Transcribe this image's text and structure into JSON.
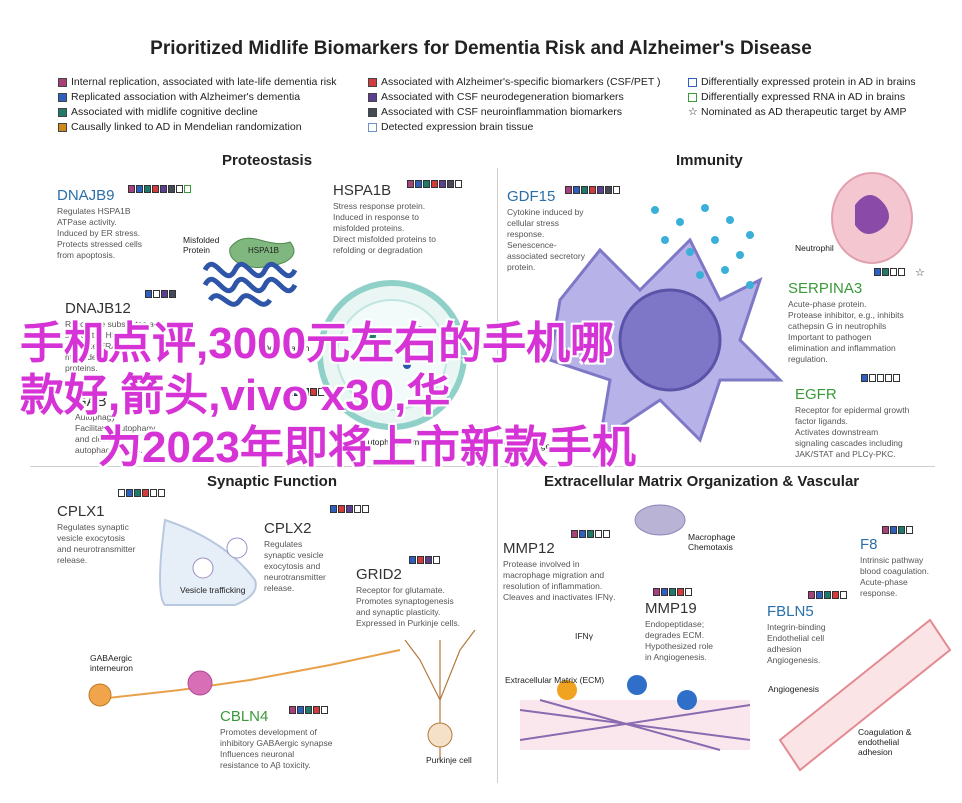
{
  "title": "Prioritized Midlife Biomarkers for Dementia Risk and Alzheimer's Disease",
  "legend": {
    "col1": [
      {
        "color": "#a8417a",
        "text": "Internal replication, associated with late-life dementia risk"
      },
      {
        "color": "#2f5fbf",
        "text": "Replicated association with Alzheimer's dementia"
      },
      {
        "color": "#1f7a6b",
        "text": "Associated with midlife cognitive decline"
      },
      {
        "color": "#d08a1a",
        "text": "Causally linked to AD in Mendelian randomization"
      }
    ],
    "col2": [
      {
        "color": "#d23c3c",
        "text": "Associated with Alzheimer's-specific biomarkers (CSF/PET )"
      },
      {
        "color": "#5c3f93",
        "text": "Associated with CSF neurodegeneration biomarkers"
      },
      {
        "color": "#444b57",
        "text": "Associated with CSF neuroinflammation biomarkers"
      },
      {
        "color": "#ffffff",
        "border": "#6e8fc9",
        "text": "Detected expression brain tissue"
      }
    ],
    "col3": [
      {
        "color": "#ffffff",
        "border": "#2f5fbf",
        "text": "Differentially expressed protein in AD in brains"
      },
      {
        "color": "#ffffff",
        "border": "#3a9a3a",
        "text": "Differentially expressed RNA in AD in brains"
      },
      {
        "icon": "star-icon",
        "text": "Nominated as AD therapeutic target by AMP"
      }
    ]
  },
  "sections": {
    "proteostasis": "Proteostasis",
    "immunity": "Immunity",
    "synaptic": "Synaptic Function",
    "ecm": "Extracellular Matrix Organization & Vascular"
  },
  "genes": {
    "dnajb9": {
      "name": "DNAJB9",
      "desc": [
        "Regulates HSPA1B",
        "ATPase activity.",
        "Induced by ER stress.",
        "Protects stressed cells",
        "from apoptosis."
      ]
    },
    "hspa1b": {
      "name": "HSPA1B",
      "desc": [
        "Stress response protein.",
        "Induced in response to",
        "misfolded proteins.",
        "Direct misfolded proteins to",
        "refolding or degradation"
      ]
    },
    "dnajb12": {
      "name": "DNAJB12",
      "desc": [
        "Recognize substrates and",
        "stimulates HSPA1B.",
        "Promote ERAD of",
        "misfolded",
        "proteins."
      ]
    },
    "gaba": {
      "name": "GAB",
      "desc": [
        "Autophagy",
        "Facilitates autophagy",
        "and closure of",
        "autophagosomes."
      ]
    },
    "gdf15": {
      "name": "GDF15",
      "desc": [
        "Cytokine induced by",
        "cellular stress",
        "response.",
        "Senescence-",
        "associated secretory",
        "protein."
      ]
    },
    "serpina3": {
      "name": "SERPINA3",
      "desc": [
        "Acute-phase protein.",
        "Protease inhibitor, e.g., inhibits",
        "cathepsin G in neutrophils",
        "Important to pathogen",
        "elimination and inflammation",
        "regulation."
      ]
    },
    "egfr": {
      "name": "EGFR",
      "desc": [
        "Receptor for epidermal growth",
        "factor ligands.",
        "Activates downstream",
        "signaling cascades including",
        "JAK/STAT and PLCγ-PKC."
      ]
    },
    "cplx1": {
      "name": "CPLX1",
      "desc": [
        "Regulates synaptic",
        "vesicle exocytosis",
        "and neurotransmitter",
        "release."
      ]
    },
    "cplx2": {
      "name": "CPLX2",
      "desc": [
        "Regulates",
        "synaptic vesicle",
        "exocytosis and",
        "neurotransmitter",
        "release."
      ]
    },
    "grid2": {
      "name": "GRID2",
      "desc": [
        "Receptor for glutamate.",
        "Promotes synaptogenesis",
        "and synaptic plasticity.",
        "Expressed in Purkinje cells."
      ]
    },
    "cbln4": {
      "name": "CBLN4",
      "desc": [
        "Promotes development of",
        "inhibitory GABAergic synapse",
        "Influences neuronal",
        "resistance to Aβ toxicity."
      ]
    },
    "mmp12": {
      "name": "MMP12",
      "desc": [
        "Protease involved in",
        "macrophage migration and",
        "resolution of inflammation.",
        "Cleaves and inactivates IFNγ."
      ]
    },
    "mmp19": {
      "name": "MMP19",
      "desc": [
        "Endopeptidase;",
        "degrades ECM.",
        "Hypothesized role",
        "in Angiogenesis."
      ]
    },
    "f8": {
      "name": "F8",
      "desc": [
        "Intrinsic pathway",
        "blood coagulation.",
        "Acute-phase",
        "response."
      ]
    },
    "fbln5": {
      "name": "FBLN5",
      "desc": [
        "Integrin-binding",
        "Endothelial cell",
        "adhesion",
        "Angiogenesis."
      ]
    }
  },
  "labels": {
    "misfolded": "Misfolded\nProtein",
    "hspa1b_blob": "HSPA1B",
    "degradation": "Degradation",
    "autophagosome": "Autophagosome",
    "neutrophil": "Neutrophil",
    "macrophage_small": "Macrophage",
    "macrophage_chemo": "Macrophage\nChemotaxis",
    "ifng": "IFNγ",
    "vesicle": "Vesicle trafficking",
    "gaba_interneuron": "GABAergic\ninterneuron",
    "purkinje": "Purkinje cell",
    "ecm": "Extracellular Matrix (ECM)",
    "angiogenesis": "Angiogenesis",
    "coagulation": "Coagulation &\nendothelial\nadhesion"
  },
  "overlay": {
    "line1": "手机点评,3000元左右的手机哪",
    "line2": "款好,箭头,vivo x30,华",
    "line3": "为2023年即将上市新款手机"
  },
  "colors": {
    "overlay": "#d633d6",
    "gene_blue": "#2a6fa8",
    "gene_green": "#3a9a3a"
  }
}
